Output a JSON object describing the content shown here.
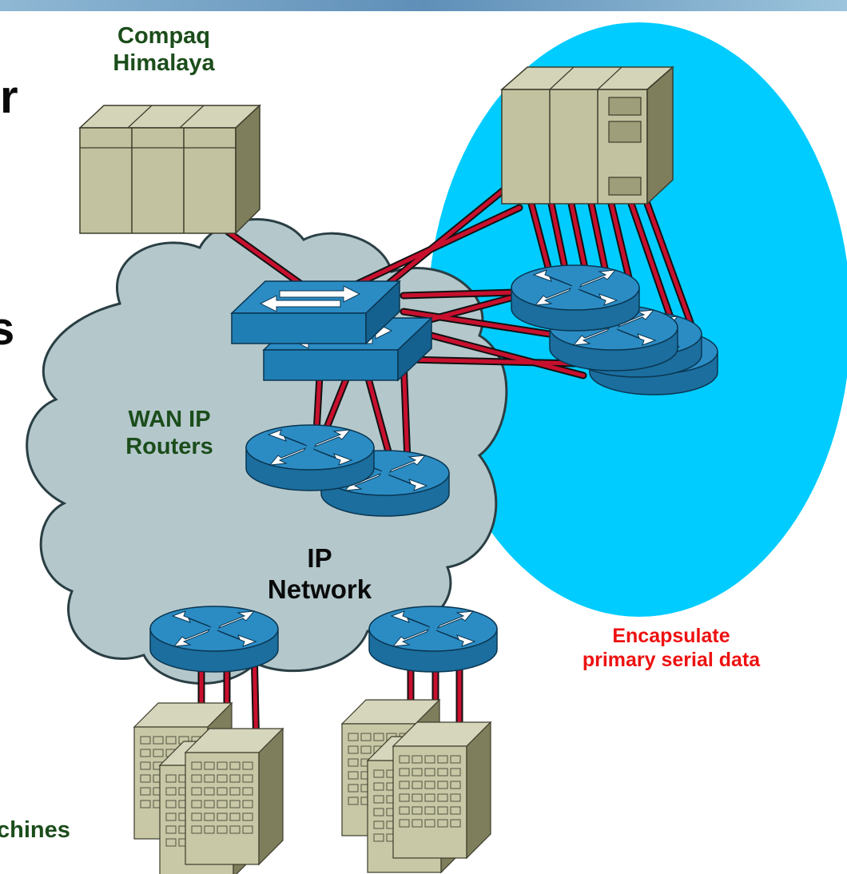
{
  "labels": {
    "compaq_line1": "Compaq",
    "compaq_line2": "Himalaya",
    "wan_line1": "WAN IP",
    "wan_line2": "Routers",
    "ip_line1": "IP",
    "ip_line2": "Network",
    "encap_line1": "Encapsulate",
    "encap_line2": "primary serial data",
    "machines": "chines",
    "partial_title_1": "r",
    "partial_title_2": "s"
  },
  "colors": {
    "ellipse": "#00ccff",
    "cloud": "#b4c8cc",
    "link": "#c8102e",
    "router": "#1f7fb4",
    "label_green": "#1b4d1b",
    "label_red": "#ee1111"
  }
}
